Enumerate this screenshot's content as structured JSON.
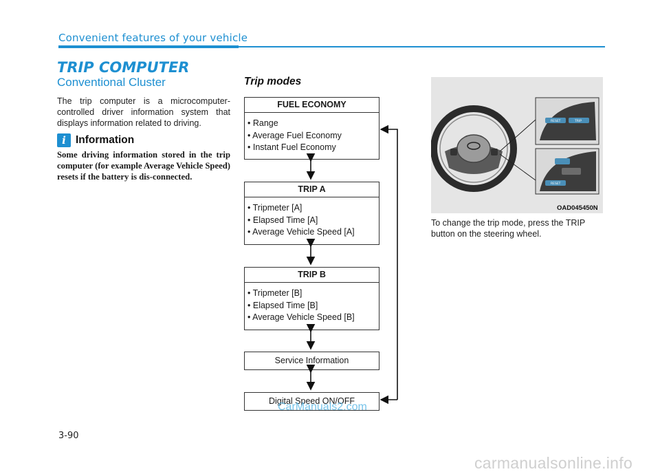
{
  "header": {
    "section_label": "Convenient features of your vehicle",
    "accent_color": "#1d8fd1"
  },
  "left": {
    "title": "TRIP COMPUTER",
    "subtitle": "Conventional Cluster",
    "intro_text": "The trip computer is a microcomputer-controlled driver information system that displays information related to driving.",
    "info_icon": "i",
    "info_title": "Information",
    "info_text": "Some driving information stored in the trip computer (for example Average Vehicle Speed) resets if the battery is dis-connected."
  },
  "middle": {
    "heading": "Trip modes",
    "modes": [
      {
        "title": "FUEL ECONOMY",
        "items": [
          "Range",
          "Average Fuel Economy",
          "Instant Fuel Economy"
        ]
      },
      {
        "title": "TRIP A",
        "items": [
          "Tripmeter [A]",
          "Elapsed Time [A]",
          "Average Vehicle Speed [A]"
        ]
      },
      {
        "title": "TRIP B",
        "items": [
          "Tripmeter [B]",
          "Elapsed Time [B]",
          "Average Vehicle Speed [B]"
        ]
      }
    ],
    "service_info": "Service  Information",
    "digital_speed": "Digital Speed ON/OFF"
  },
  "right": {
    "photo_code": "OAD045450N",
    "caption": "To change the trip mode, press the TRIP button on the steering wheel.",
    "button_labels": [
      "RESET",
      "TRIP",
      "RESET"
    ]
  },
  "footer": {
    "page_number": "3-90",
    "watermark_small": "CarManuals2.com",
    "watermark_large": "carmanualsonline.info"
  }
}
